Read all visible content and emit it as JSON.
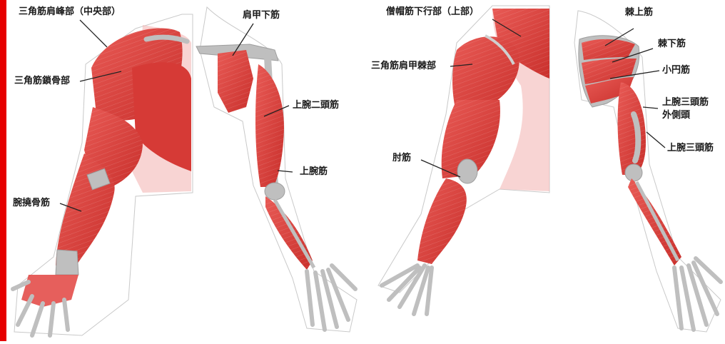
{
  "colors": {
    "muscle": "#e2433f",
    "muscle_dark": "#c9302c",
    "bone": "#bfbfbf",
    "border_accent": "#e60000"
  },
  "labels": {
    "deltoid_acromial": "三角筋肩峰部（中央部）",
    "deltoid_clavicular": "三角筋鎖骨部",
    "brachioradialis": "腕撓骨筋",
    "subscapularis": "肩甲下筋",
    "biceps": "上腕二頭筋",
    "brachialis": "上腕筋",
    "trapezius_upper": "僧帽筋下行部（上部）",
    "deltoid_spinal": "三角筋肩甲棘部",
    "anconeus": "肘筋",
    "supraspinatus": "棘上筋",
    "infraspinatus": "棘下筋",
    "teres_minor": "小円筋",
    "triceps_lateral_1": "上腕三頭筋",
    "triceps_lateral_2": "外側頭",
    "triceps": "上腕三頭筋"
  }
}
